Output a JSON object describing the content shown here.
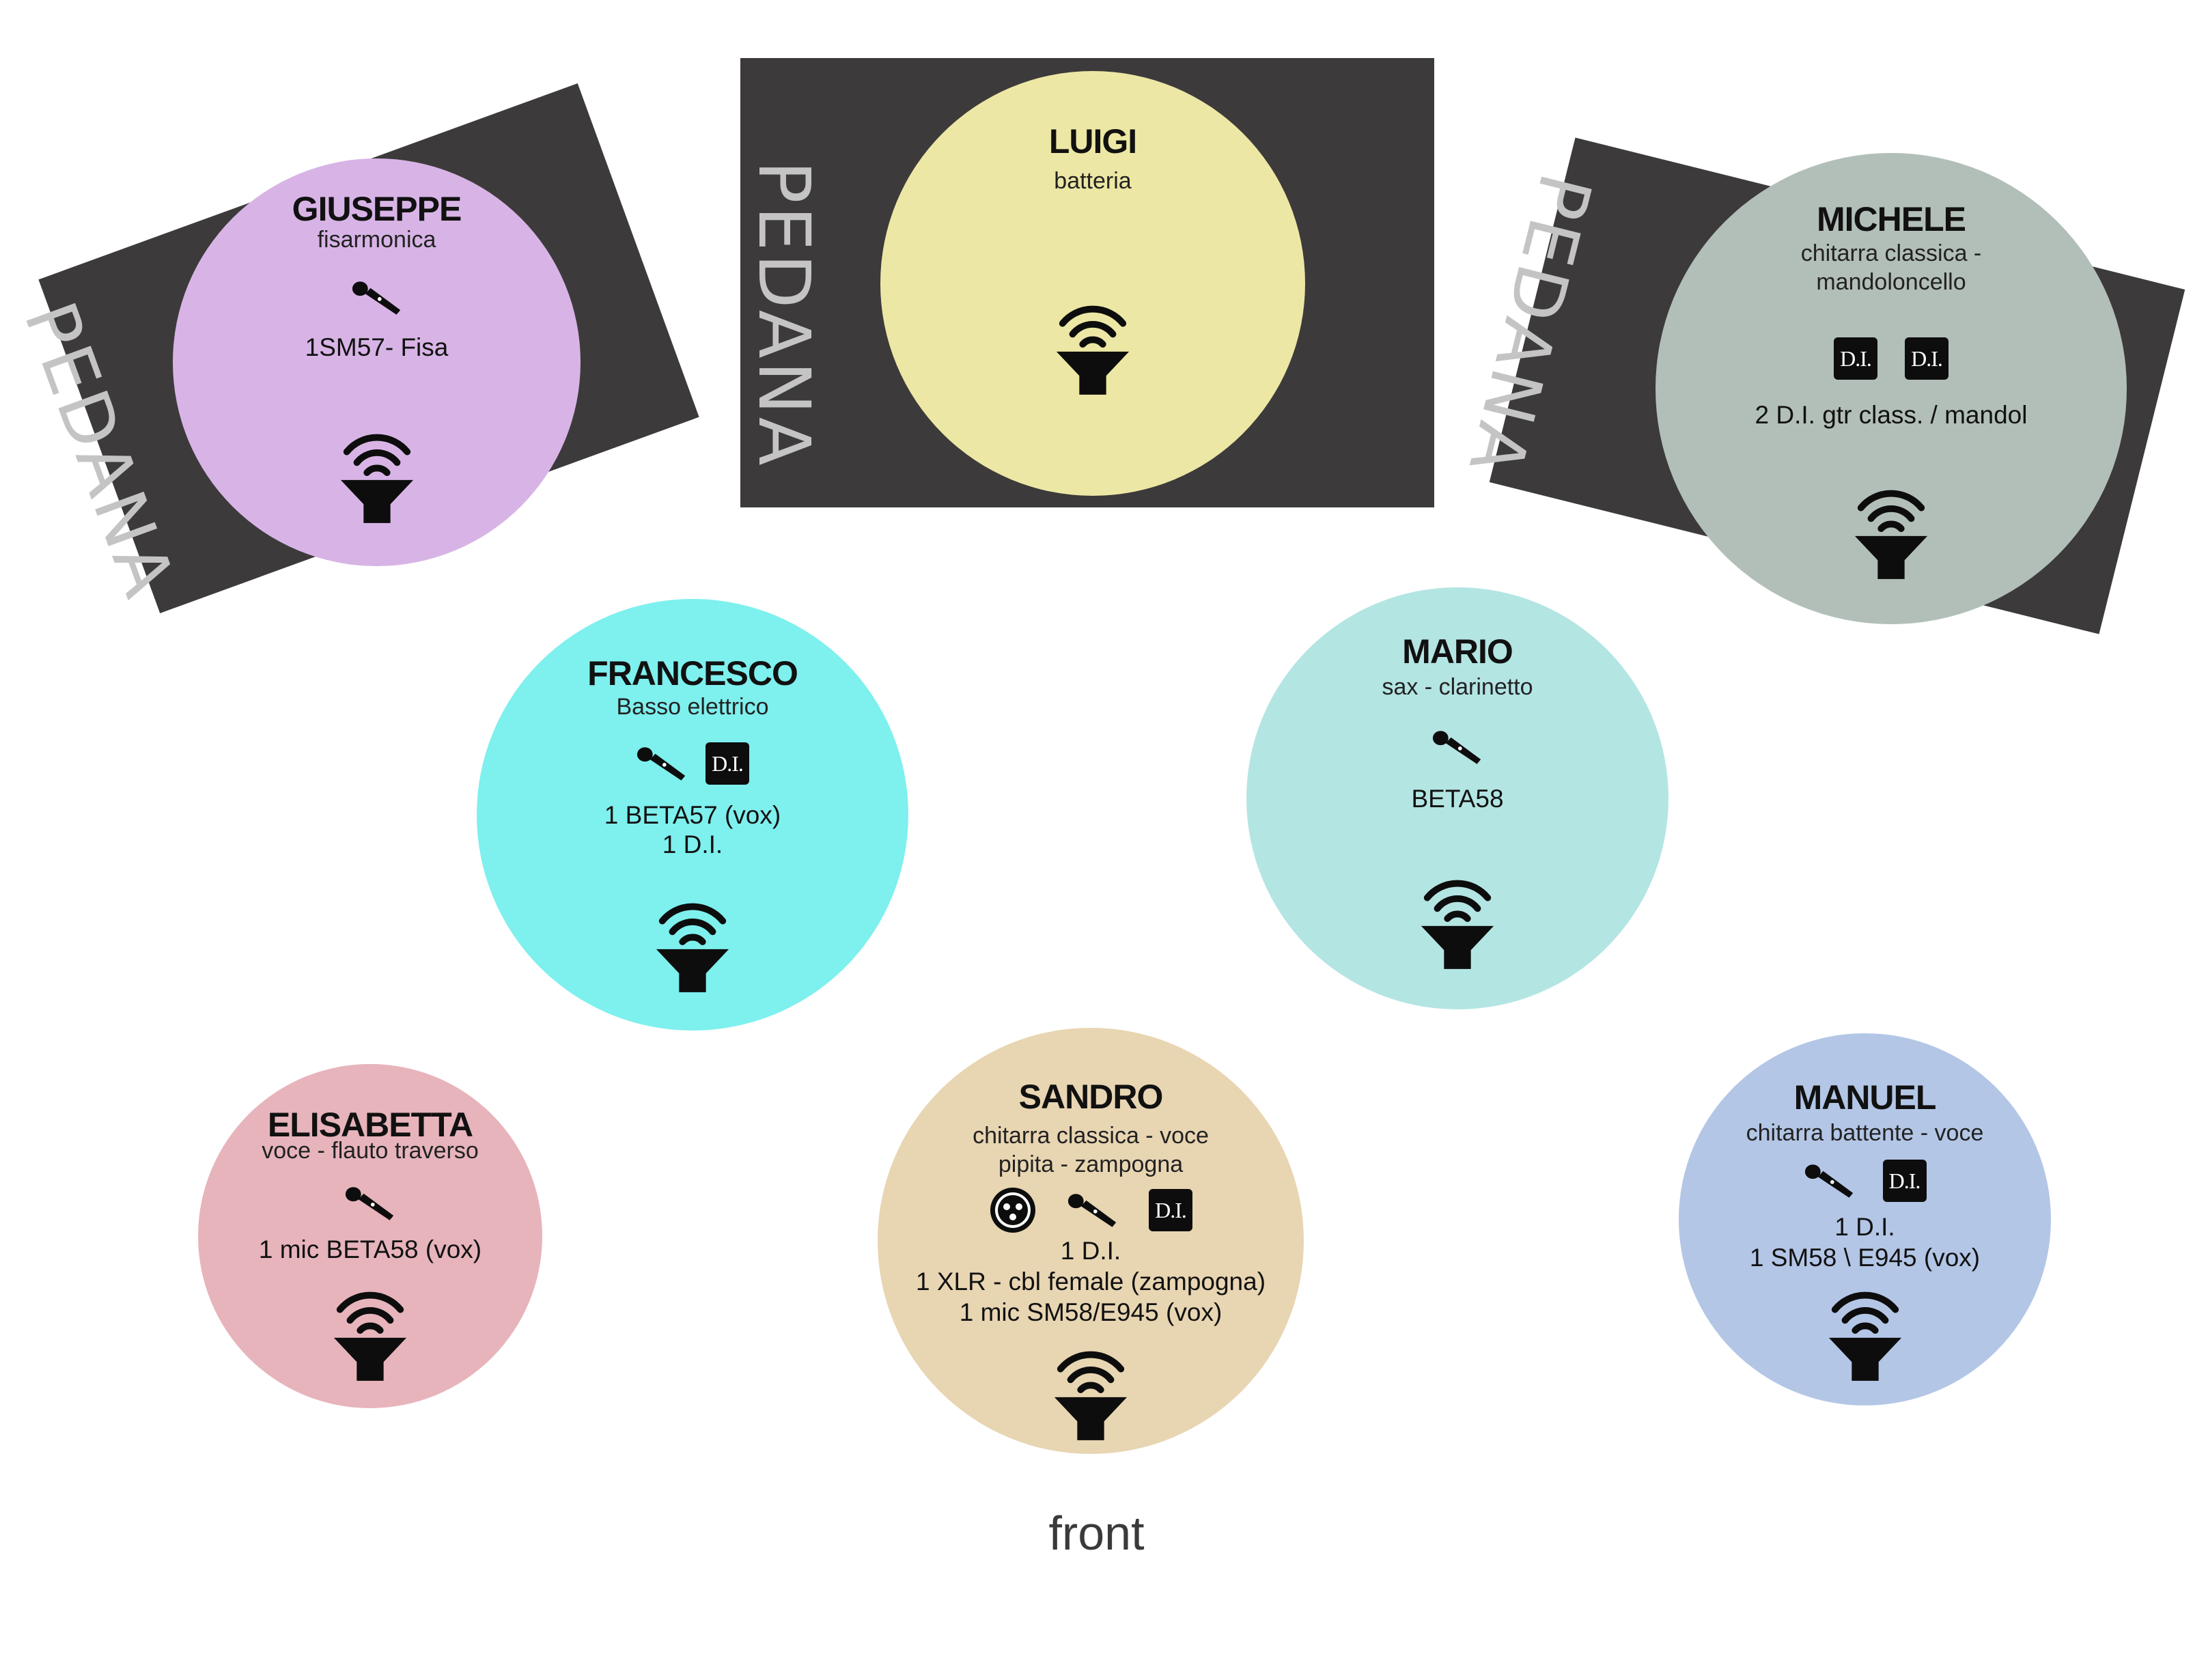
{
  "stage": {
    "pedana_label": "PEDANA",
    "front_label": "front"
  },
  "musicians": {
    "giuseppe": {
      "name": "GIUSEPPE",
      "instrument": "fisarmonica",
      "equipment": [
        "1SM57- Fisa"
      ],
      "color": "#d8b4e6"
    },
    "luigi": {
      "name": "LUIGI",
      "instrument": "batteria",
      "equipment": [],
      "color": "#ece7a4"
    },
    "michele": {
      "name": "MICHELE",
      "instrument_lines": [
        "chitarra classica -",
        "mandoloncello"
      ],
      "equipment": [
        "2 D.I. gtr class. / mandol"
      ],
      "color": "#b2bfb8"
    },
    "francesco": {
      "name": "FRANCESCO",
      "instrument": "Basso elettrico",
      "equipment": [
        "1 BETA57  (vox)",
        "1 D.I."
      ],
      "color": "#7ef0ee"
    },
    "mario": {
      "name": "MARIO",
      "instrument": "sax - clarinetto",
      "equipment": [
        "BETA58"
      ],
      "color": "#b3e5e3"
    },
    "elisabetta": {
      "name": "ELISABETTA",
      "instrument": "voce - flauto traverso",
      "equipment": [
        "1 mic BETA58 (vox)"
      ],
      "color": "#e7b4bc"
    },
    "sandro": {
      "name": "SANDRO",
      "instrument_lines": [
        "chitarra classica - voce",
        "pipita - zampogna"
      ],
      "equipment": [
        "1 D.I.",
        "1 XLR - cbl female (zampogna)",
        "1 mic SM58/E945 (vox)"
      ],
      "color": "#e8d5b2"
    },
    "manuel": {
      "name": "MANUEL",
      "instrument": "chitarra battente - voce",
      "equipment": [
        "1 D.I.",
        "1 SM58 \\ E945 (vox)"
      ],
      "color": "#b3c6e6"
    }
  },
  "icon_labels": {
    "di": "D.I."
  },
  "colors": {
    "pedana": "#3d3a3b",
    "pedana_text": "#c4c4c4",
    "icon": "#0d0d0d"
  }
}
